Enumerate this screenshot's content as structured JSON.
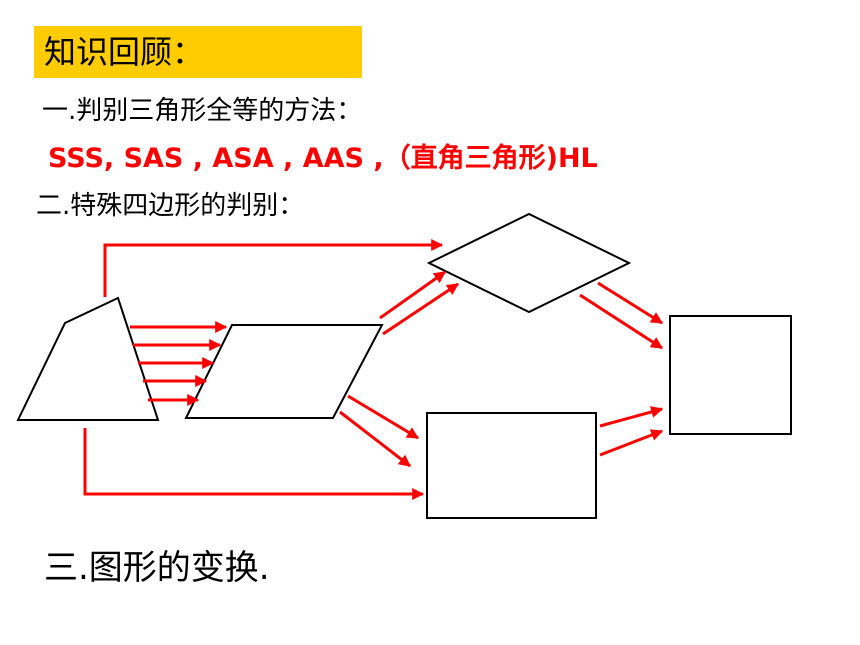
{
  "title": "知识回顾：",
  "lines": {
    "congruence": "一.判别三角形全等的方法：",
    "methods": "SSS,  SAS , ASA , AAS  ,（直角三角形)HL",
    "quadrilaterals": "二.特殊四边形的判别：",
    "transform": "三.图形的变换."
  },
  "colors": {
    "title_bg": "#FFCC00",
    "methods_text": "#FF0000",
    "arrow": "#FF0000",
    "shape_stroke": "#000000"
  },
  "diagram": {
    "shapes": [
      "quadrilateral",
      "parallelogram",
      "rhombus",
      "rectangle",
      "square"
    ]
  }
}
